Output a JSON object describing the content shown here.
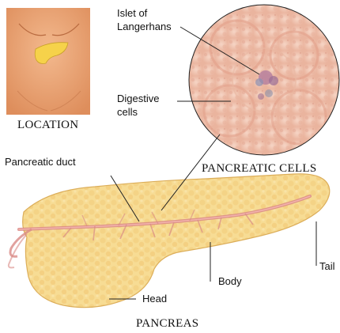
{
  "labels": {
    "islet": [
      "Islet of",
      "Langerhans"
    ],
    "digestive": [
      "Digestive",
      "cells"
    ],
    "location": "LOCATION",
    "pancreatic_duct": "Pancreatic duct",
    "pancreatic_cells": "PANCREATIC CELLS",
    "tail": "Tail",
    "body": "Body",
    "head": "Head",
    "pancreas": "PANCREAS"
  },
  "colors": {
    "skin": "#e8a070",
    "pancreas_fill": "#f6d98e",
    "pancreas_lobule": "#f1c97a",
    "duct": "#d98a86",
    "cell_fill": "#f2c8b4",
    "islet": "#b07a9e",
    "leader": "#222222"
  },
  "icons": [
    "torso-location-icon",
    "pancreas-organ-illustration",
    "cell-magnifier-circle"
  ]
}
